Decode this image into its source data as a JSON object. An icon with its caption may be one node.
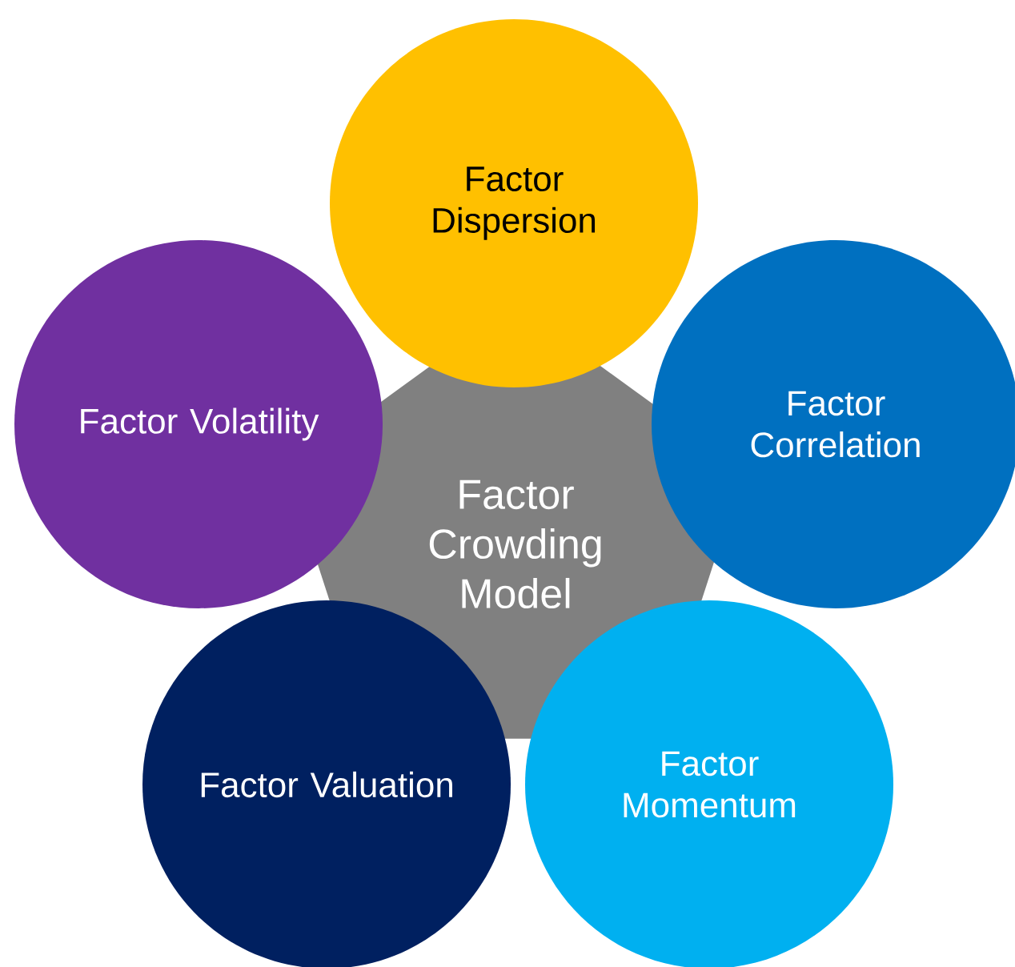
{
  "diagram": {
    "nodes": [
      {
        "text": [
          "Factor Dispersion"
        ]
      },
      {
        "text": [
          "Factor Volatility"
        ]
      },
      {
        "text": [
          "Factor Correlation"
        ]
      },
      {
        "text": [
          "Factor Crowding Model"
        ]
      },
      {
        "text": [
          "Factor Valuation"
        ]
      },
      {
        "text": [
          "Factor Momentum"
        ]
      }
    ]
  }
}
